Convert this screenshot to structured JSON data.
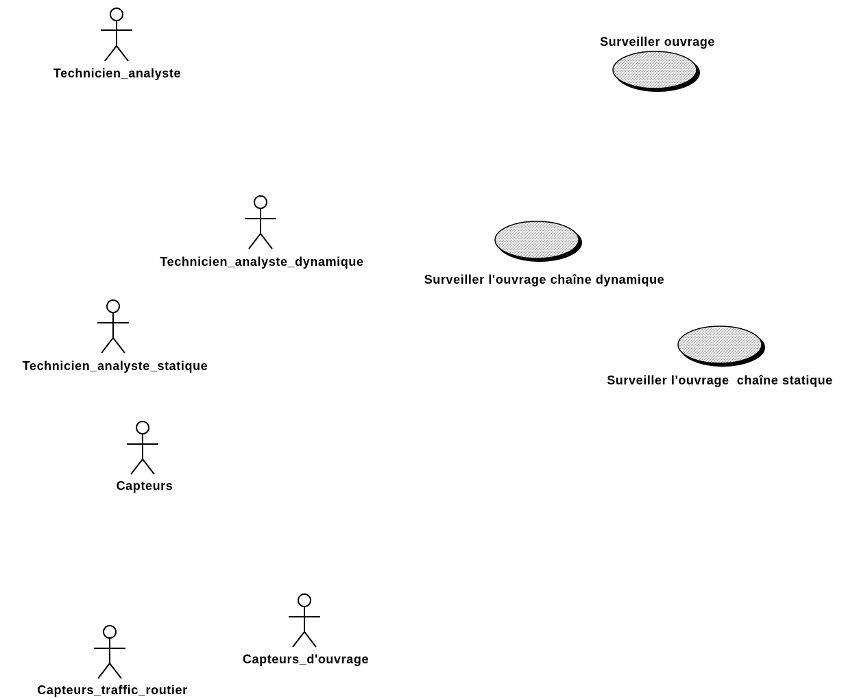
{
  "colors": {
    "background": "#ffffff",
    "stroke": "#000000",
    "usecase_fill": "#d9d9d9",
    "usecase_shadow": "#000000"
  },
  "actors": [
    {
      "id": "technicien-analyste",
      "label": "Technicien_analyste",
      "icon": "actor-stick-figure-icon"
    },
    {
      "id": "technicien-analyste-dynamique",
      "label": "Technicien_analyste_dynamique",
      "icon": "actor-stick-figure-icon"
    },
    {
      "id": "technicien-analyste-statique",
      "label": "Technicien_analyste_statique",
      "icon": "actor-stick-figure-icon"
    },
    {
      "id": "capteurs",
      "label": "Capteurs",
      "icon": "actor-stick-figure-icon"
    },
    {
      "id": "capteurs-ouvrage",
      "label": "Capteurs_d'ouvrage",
      "icon": "actor-stick-figure-icon"
    },
    {
      "id": "capteurs-traffic-routier",
      "label": "Capteurs_traffic_routier",
      "icon": "actor-stick-figure-icon"
    }
  ],
  "usecases": [
    {
      "id": "surveiller-ouvrage",
      "label": "Surveiller ouvrage",
      "icon": "usecase-ellipse-icon"
    },
    {
      "id": "surveiller-ouvrage-chaine-dynamique",
      "label": "Surveiller l'ouvrage chaîne dynamique",
      "icon": "usecase-ellipse-icon"
    },
    {
      "id": "surveiller-ouvrage-chaine-statique",
      "label": "Surveiller l'ouvrage  chaîne statique",
      "icon": "usecase-ellipse-icon"
    }
  ]
}
